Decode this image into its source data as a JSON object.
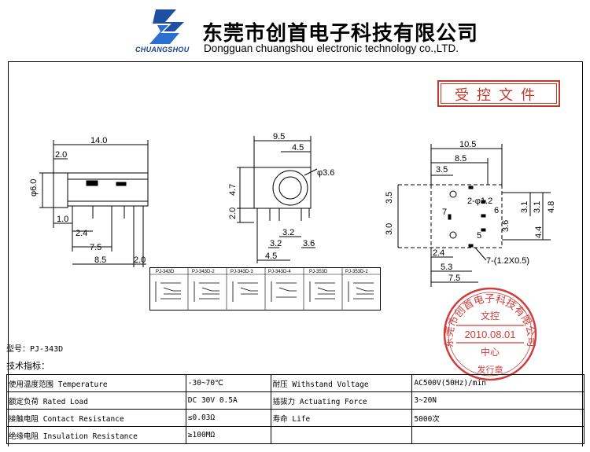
{
  "header": {
    "logo_text": "CHUANGSHOU",
    "company_cn": "东莞市创首电子科技有限公司",
    "company_en": "Dongguan chuangshou electronic technology co.,LTD."
  },
  "control_stamp": "受控文件",
  "drawings": {
    "side": {
      "d14": "14.0",
      "d2": "2.0",
      "d6": "φ6.0",
      "d1": "1.0",
      "d24": "2.4",
      "d75": "7.5",
      "d85": "8.5",
      "d20b": "2.0"
    },
    "front": {
      "d95": "9.5",
      "d45": "4.5",
      "d36": "φ3.6",
      "d47": "4.7",
      "d20": "2.0",
      "d32a": "3.2",
      "d32b": "3.2",
      "d36b": "3.6",
      "d45b": "4.5"
    },
    "pcb": {
      "d105": "10.5",
      "d85": "8.5",
      "d35": "3.5",
      "d2phi": "2-φ1.2",
      "d35v": "3.5",
      "d30": "3.0",
      "d71": "7",
      "d6": "6",
      "d36": "3.6",
      "d31a": "3.1",
      "d31b": "3.1",
      "d48": "4.8",
      "d44": "4.4",
      "d5": "5",
      "slot": "7-(1.2X0.5)",
      "d24": "2.4",
      "d53": "5.3",
      "d75": "7.5"
    }
  },
  "variants": [
    "PJ-343D",
    "PJ-343D-2",
    "PJ-343D-3",
    "PJ-343D-4",
    "PJ-353D",
    "PJ-353D-2"
  ],
  "seal": {
    "outer": "东莞市创首电子科技有限公司",
    "top": "文控",
    "date": "2010.08.01",
    "bottom": "中心",
    "footer": "发行章"
  },
  "model": "型号：PJ-343D",
  "tech_label": "技术指标：",
  "specs": [
    [
      "使用温度范围 Temperature",
      "-30~70℃",
      "耐压 Withstand Voltage",
      "AC500V(50Hz)/min"
    ],
    [
      "额定负荷 Rated Load",
      "DC 30V 0.5A",
      "插拔力 Actuating Force",
      "3~20N"
    ],
    [
      "接触电阻 Contact Resistance",
      "≤0.03Ω",
      "寿命 Life",
      "5000次"
    ],
    [
      "绝缘电阻 Insulation Resistance",
      "≥100MΩ",
      "",
      ""
    ]
  ]
}
